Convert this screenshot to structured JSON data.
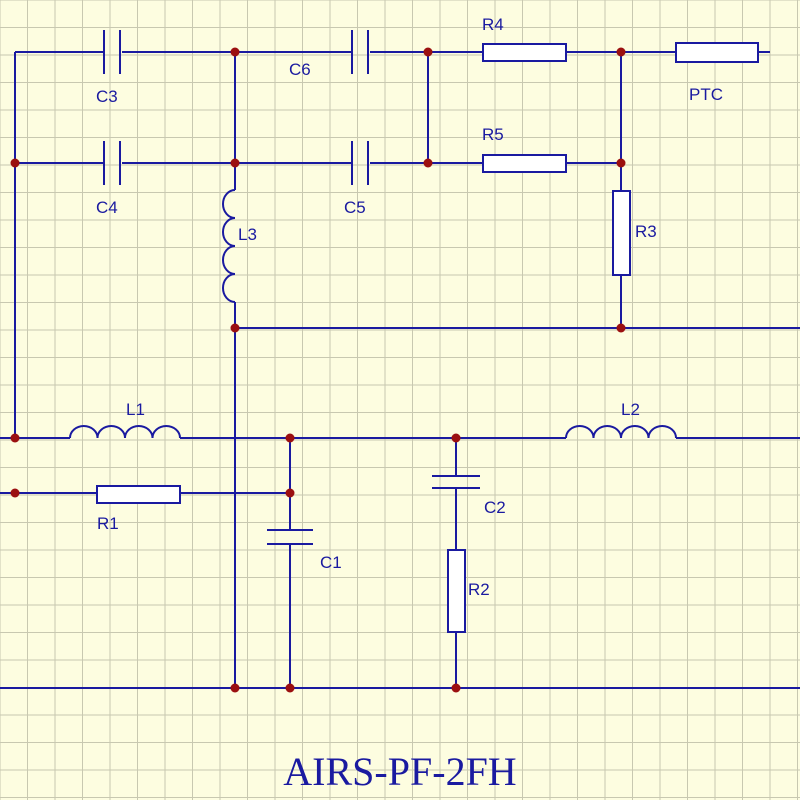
{
  "diagram": {
    "title": "AIRS-PF-2FH",
    "colors": {
      "background": "#fdfde0",
      "grid": "#c8c8b0",
      "wire": "#1a1aa0",
      "node": "#9b1010"
    },
    "components": {
      "C1": "C1",
      "C2": "C2",
      "C3": "C3",
      "C4": "C4",
      "C5": "C5",
      "C6": "C6",
      "L1": "L1",
      "L2": "L2",
      "L3": "L3",
      "R1": "R1",
      "R2": "R2",
      "R3": "R3",
      "R4": "R4",
      "R5": "R5",
      "PTC": "PTC"
    }
  }
}
